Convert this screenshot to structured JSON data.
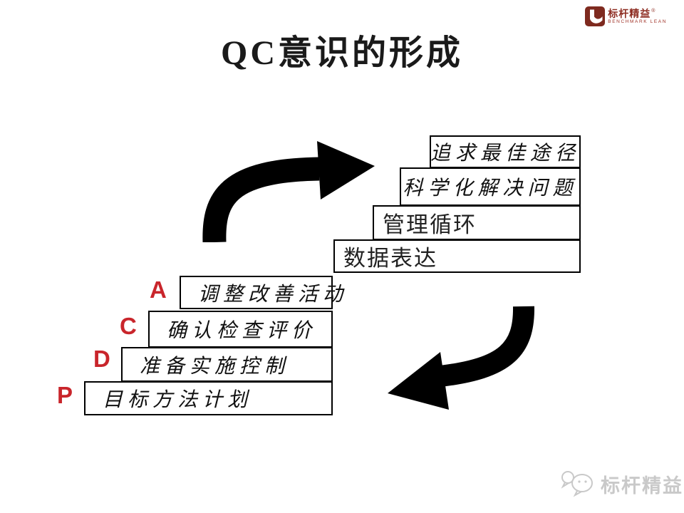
{
  "slide": {
    "title": "QC意识的形成",
    "logo": {
      "name": "标杆精益",
      "registered_mark": "®",
      "subtitle": "BENCHMARK LEAN",
      "brand_color": "#7e2a1f"
    },
    "upper_steps": [
      {
        "label": "追求最佳途径"
      },
      {
        "label": "科学化解决问题"
      },
      {
        "label": "管理循环"
      },
      {
        "label": "数据表达"
      }
    ],
    "pdca_steps": [
      {
        "letter": "A",
        "label": "调整改善活动"
      },
      {
        "letter": "C",
        "label": "确认检查评价"
      },
      {
        "letter": "D",
        "label": "准备实施控制"
      },
      {
        "letter": "P",
        "label": "目标方法计划"
      }
    ],
    "accent_red": "#c9252b",
    "watermark": {
      "text": "标杆精益",
      "color": "#c9c9c9"
    }
  }
}
